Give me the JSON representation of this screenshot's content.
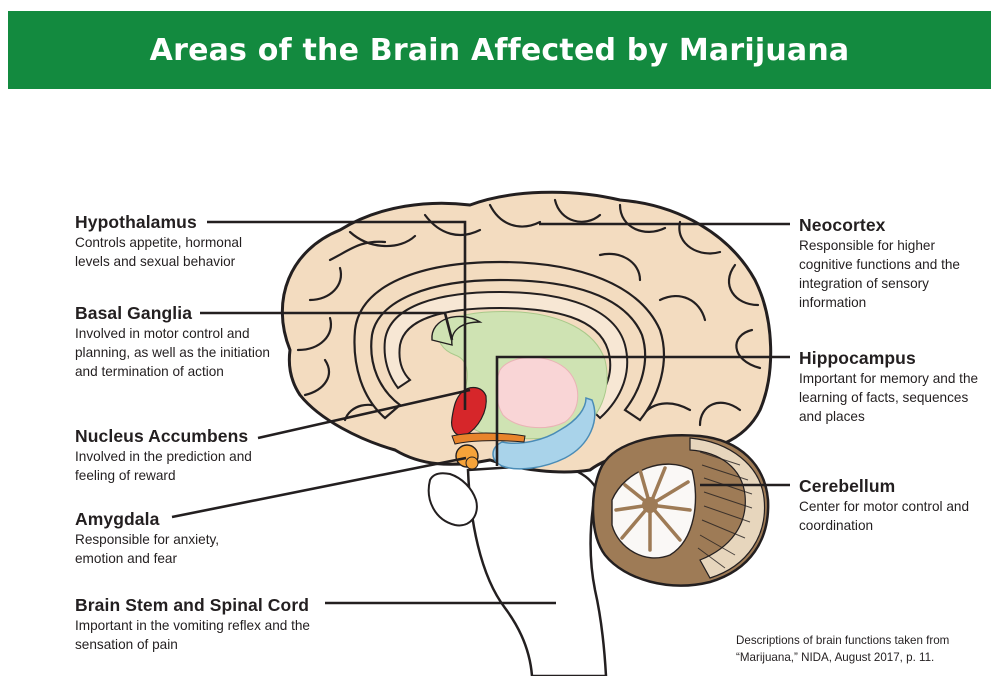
{
  "header": {
    "title": "Areas of the Brain Affected by Marijuana"
  },
  "regions": {
    "hypothalamus": {
      "name": "Hypothalamus",
      "description": "Controls appetite, hormonal levels and sexual behavior",
      "color": "#d6262a"
    },
    "basal_ganglia": {
      "name": "Basal Ganglia",
      "description": "Involved in motor control and planning, as well as the initiation and termination of action",
      "color": "#cfe3b3"
    },
    "nucleus_accumbens": {
      "name": "Nucleus Accumbens",
      "description": "Involved in the prediction and feeling of reward",
      "color": "#e8842b"
    },
    "amygdala": {
      "name": "Amygdala",
      "description": "Responsible for anxiety, emotion and fear",
      "color": "#f6a33a"
    },
    "brain_stem": {
      "name": "Brain Stem and Spinal Cord",
      "description": "Important in the vomiting reflex and the sensation of pain",
      "color": "#ffffff"
    },
    "neocortex": {
      "name": "Neocortex",
      "description": "Responsible for higher cognitive functions and the integration of sensory information",
      "color": "#f3dcc0"
    },
    "hippocampus": {
      "name": "Hippocampus",
      "description": "Important for memory and the learning of facts, sequences and places",
      "color": "#a9d3ea"
    },
    "cerebellum": {
      "name": "Cerebellum",
      "description": "Center for motor control and coordination",
      "color": "#9e7b56"
    }
  },
  "footer": {
    "citation": "Descriptions of brain functions taken from “Marijuana,” NIDA, August 2017, p. 11."
  },
  "colors": {
    "banner": "#138a3f",
    "thalamus": "#f9d5d6",
    "outline": "#231f20"
  }
}
